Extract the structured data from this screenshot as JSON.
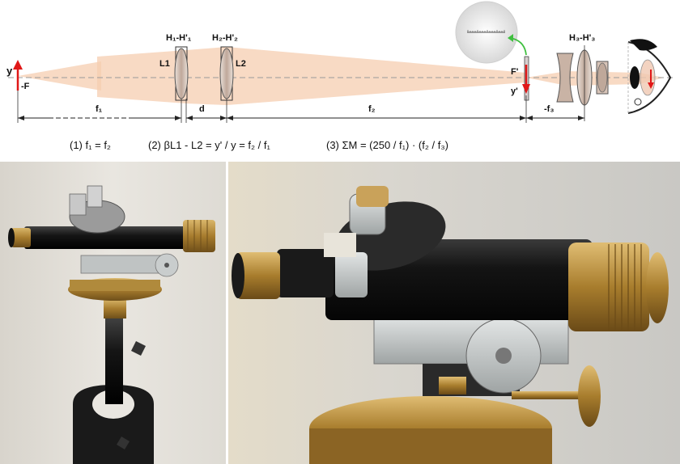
{
  "diagram": {
    "labels": {
      "y": "y",
      "minus_f": "-F",
      "principal_planes_1": "H₁-H'₁",
      "principal_planes_2": "H₂-H'₂",
      "principal_planes_3": "H₃-H'₃",
      "lens_1": "L1",
      "lens_2": "L2",
      "focal_point": "F'",
      "image_height": "y'",
      "dist_f1": "f₁",
      "dist_d": "d",
      "dist_f2": "f₂",
      "dist_f3": "-f₃"
    },
    "formulas": {
      "f1": "(1) f₁ = f₂",
      "f2": "(2) βL1 - L2 =  y' / y = f₂ / f₁",
      "f3": "(3) ΣM = (250 / f₁) · (f₂ / f₃)"
    }
  },
  "colors": {
    "beam": "#f5cdb0",
    "object_arrow": "#e01818",
    "reticle_arrow": "#3fbf3f",
    "brass": "#b8913e",
    "black_body": "#151515"
  }
}
